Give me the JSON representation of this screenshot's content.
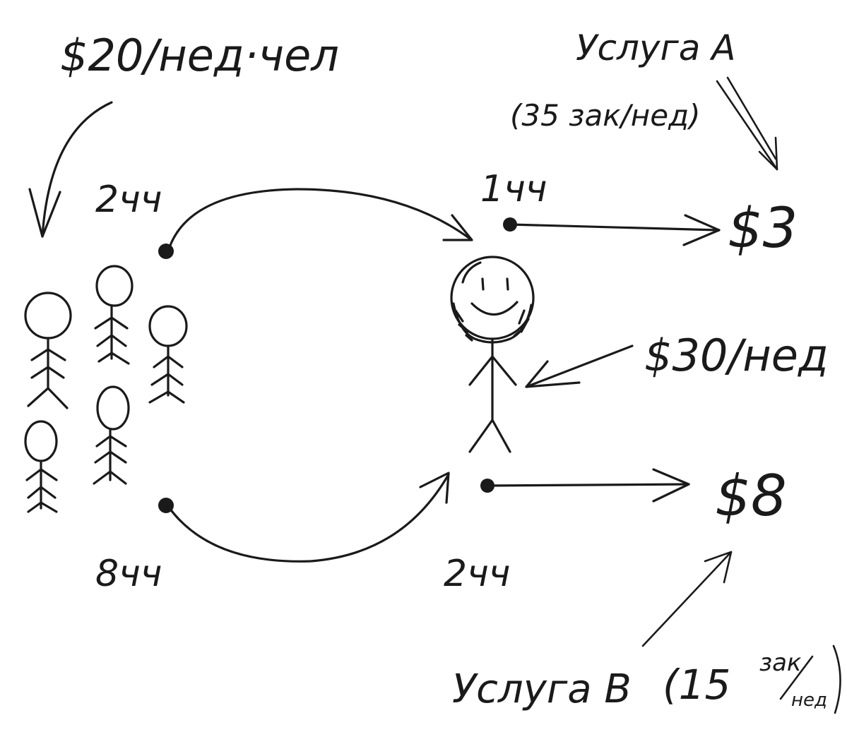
{
  "labels": {
    "rate_per_person": "$20/нед·чел",
    "service_a_title": "Услуга A",
    "service_a_orders": "(35 зак/нед)",
    "left_top_hours": "2чч",
    "left_bottom_hours": "8чч",
    "right_top_hours": "1чч",
    "right_bottom_hours": "2чч",
    "price_a": "$3",
    "owner_rate": "$30/нед",
    "price_b": "$8",
    "service_b_title": "Услуга B",
    "service_b_count": "(15",
    "service_b_unit_top": "зак",
    "service_b_unit_bottom": "нед"
  },
  "colors": {
    "ink": "#1a1a1a",
    "background": "#ffffff"
  }
}
